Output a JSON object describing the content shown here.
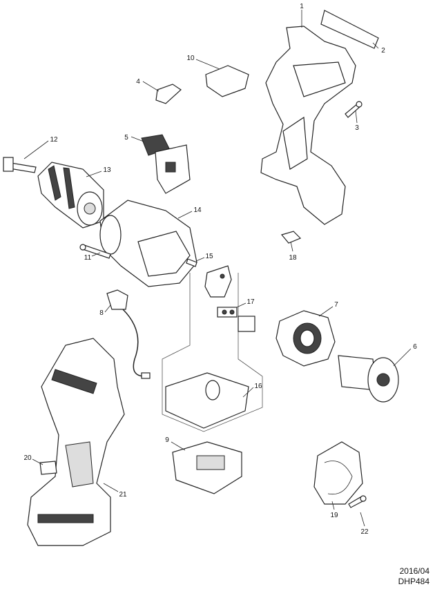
{
  "callouts": {
    "p1": "1",
    "p2": "2",
    "p3": "3",
    "p4": "4",
    "p5": "5",
    "p6": "6",
    "p7": "7",
    "p8": "8",
    "p9": "9",
    "p10": "10",
    "p11": "11",
    "p12": "12",
    "p13": "13",
    "p14": "14",
    "p15": "15",
    "p16": "16",
    "p17": "17",
    "p18": "18",
    "p19": "19",
    "p20": "20",
    "p21": "21",
    "p22": "22"
  },
  "footer": {
    "date": "2016/04",
    "model": "DHP484"
  }
}
